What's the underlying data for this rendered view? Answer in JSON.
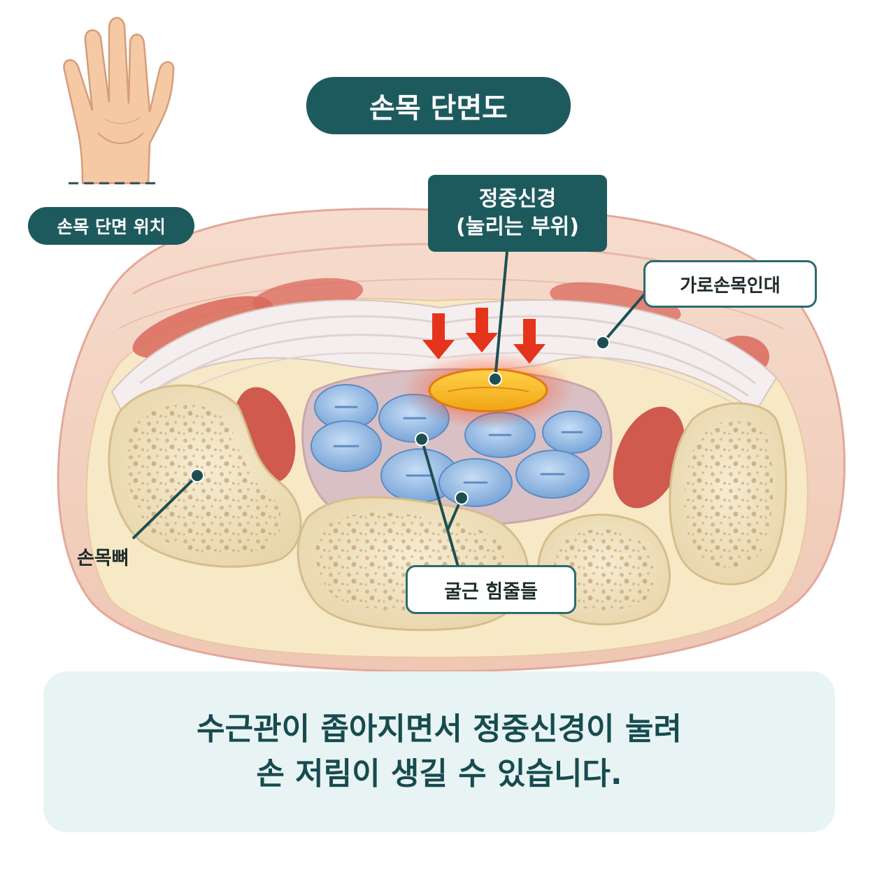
{
  "title": "손목 단면도",
  "wrist_position_label": "손목 단면 위치",
  "labels": {
    "median_nerve_line1": "정중신경",
    "median_nerve_line2": "(눌리는 부위)",
    "transverse_ligament": "가로손목인대",
    "carpal_bone": "손목뼈",
    "flexor_tendons": "굴근 힘줄들"
  },
  "caption": {
    "line1": "수근관이 좁아지면서 정중신경이 눌려",
    "line2": "손 저림이 생길 수 있습니다."
  },
  "colors": {
    "accent_dark": "#1d5a5e",
    "caption_bg": "#e8f4f4",
    "nerve": "#f5b61e",
    "tendon": "#8fb8e6",
    "bone": "#f2e6c7",
    "muscle": "#d9685b",
    "arrow": "#e5341c"
  }
}
